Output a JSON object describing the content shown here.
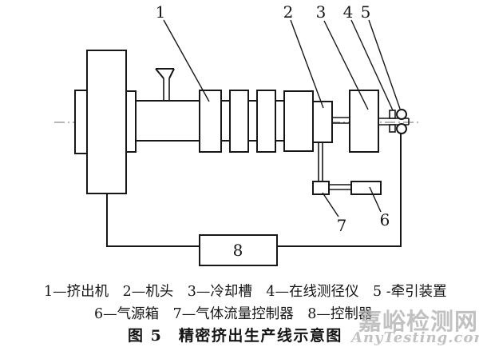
{
  "figure": {
    "type": "technical-schematic",
    "subject": "precision extrusion production line"
  },
  "diagram": {
    "part_numbers": [
      "1",
      "2",
      "3",
      "4",
      "5",
      "6",
      "7",
      "8"
    ]
  },
  "caption": {
    "legend_line1": "1—挤出机　2—机头　3—冷却槽　4—在线测径仪　5 -牵引装置",
    "legend_line2": "6—气源箱　7—气体流量控制器　8—控制器",
    "figure_title": "图 5　精密挤出生产线示意图"
  },
  "watermark": {
    "site_name": "嘉峪检测网",
    "site_url": "AnyTesting.com"
  },
  "colors": {
    "background": "#ffffff",
    "line": "#171717",
    "centerline": "#6e6e6e",
    "watermark": "#b2b2b2"
  }
}
